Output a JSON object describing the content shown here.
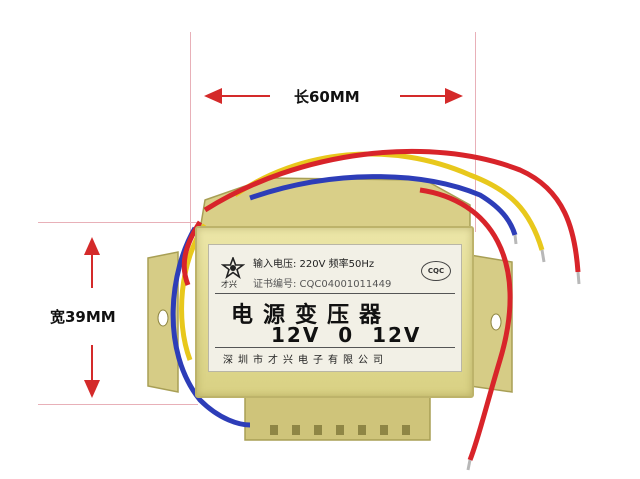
{
  "dimensions": {
    "length_label": "长60MM",
    "width_label": "宽39MM"
  },
  "label": {
    "brand_mark_text": "才兴",
    "input_voltage": "输入电压: 220V 频率50Hz",
    "certificate": "证书编号: CQC04001011449",
    "cert_badge": "CQC",
    "product_name": "电源变压器",
    "output_voltage": "12V  0  12V",
    "company": "深圳市才兴电子有限公司"
  },
  "colors": {
    "guide_line": "#e8b0b8",
    "arrow_red": "#d42a2a",
    "wire_red": "#d8242a",
    "wire_yellow": "#e8c81c",
    "wire_blue": "#2d3db8",
    "plate": "#e3dc94",
    "core": "#d9cf88"
  }
}
